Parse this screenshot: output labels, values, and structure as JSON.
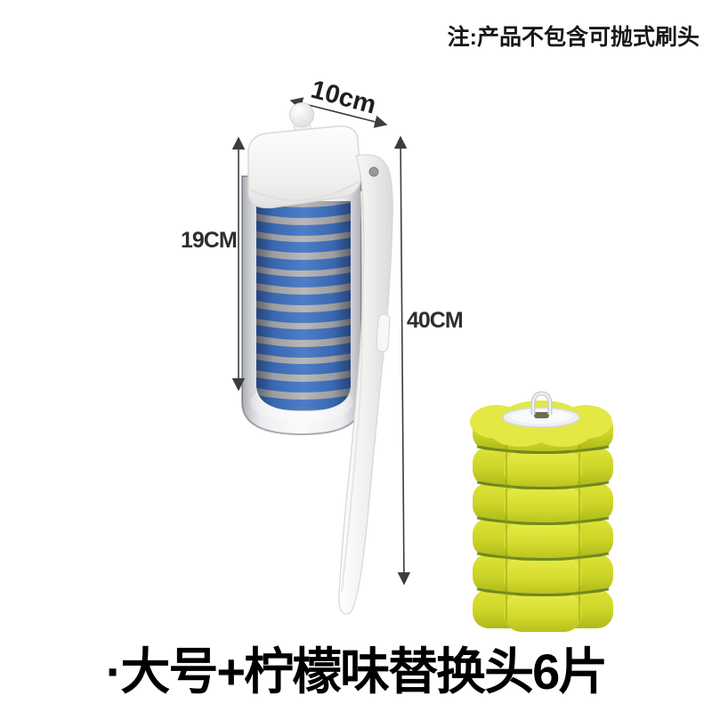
{
  "note": {
    "text": "注:产品不包含可抛式刷头"
  },
  "dimensions": {
    "width": {
      "label": "10cm"
    },
    "container_height": {
      "label": "19CM"
    },
    "total_height": {
      "label": "40CM"
    }
  },
  "caption": {
    "text": "·大号+柠檬味替换头6片"
  },
  "product": {
    "brush": "disposable-toilet-brush-with-transparent-cylinder-and-striped-refill-roll",
    "refills": "stack-of-6-lemon-scented-flower-sponge-replacement-heads"
  },
  "colors": {
    "background": "#ffffff",
    "note_text": "#161616",
    "dimension_text": "#2e2e2e",
    "caption_text": "#000000",
    "stripe_blue": "#3566b2",
    "stripe_gray": "#a2a2a4",
    "sponge_yellow": "#d4da2a",
    "sponge_seam": "#5e7b20",
    "plastic_white": "#f4f4f2",
    "arrow": "#3c3c3c"
  }
}
